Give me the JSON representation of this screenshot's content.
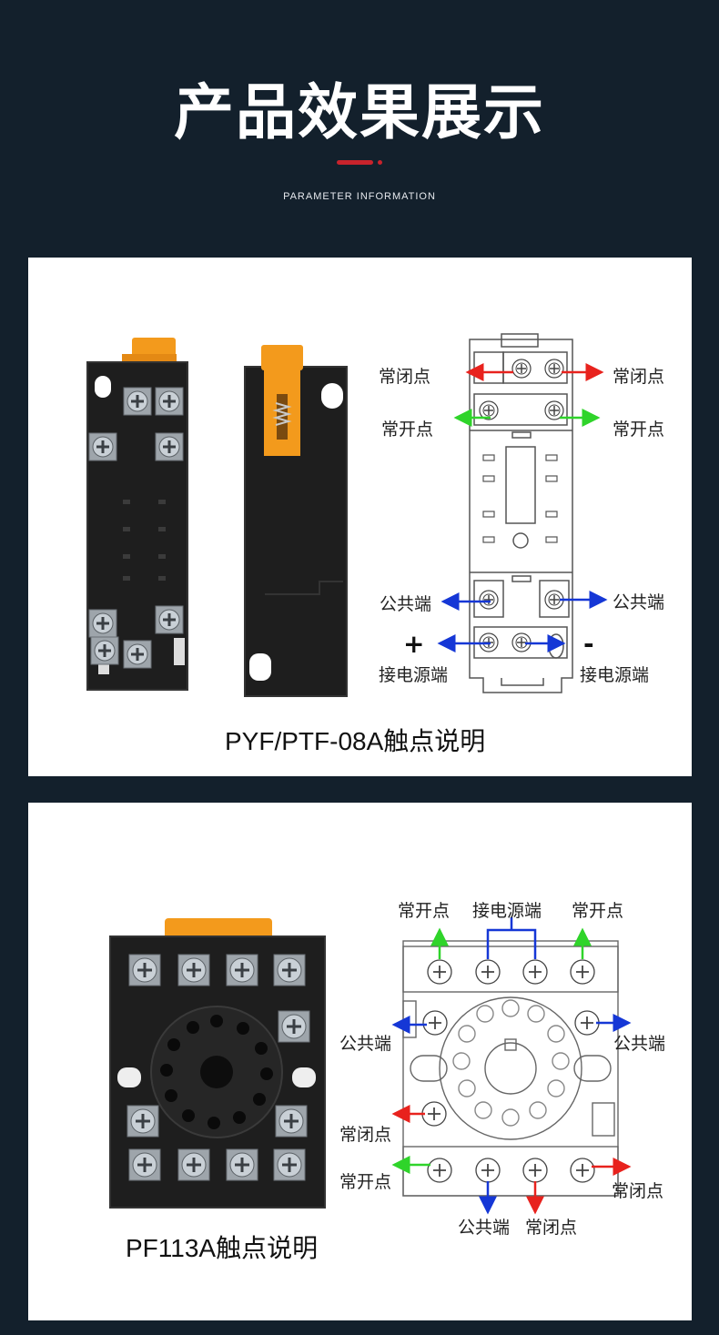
{
  "header": {
    "title": "产品效果展示",
    "subtitle": "PARAMETER INFORMATION"
  },
  "panel1": {
    "caption": "PYF/PTF-08A触点说明",
    "labels": {
      "nc_left": "常闭点",
      "nc_right": "常闭点",
      "no_left": "常开点",
      "no_right": "常开点",
      "com_left": "公共端",
      "com_right": "公共端",
      "plus": "+",
      "minus": "-",
      "pwr_left": "接电源端",
      "pwr_right": "接电源端"
    }
  },
  "panel2": {
    "caption": "PF113A触点说明",
    "labels": {
      "top_no_left": "常开点",
      "top_power": "接电源端",
      "top_no_right": "常开点",
      "com_left": "公共端",
      "com_right": "公共端",
      "nc_left": "常闭点",
      "no_left_bottom": "常开点",
      "nc_right_bottom": "常闭点",
      "bottom_com": "公共端",
      "bottom_nc": "常闭点"
    }
  },
  "colors": {
    "background": "#13202c",
    "accent_red": "#c8232c",
    "arrow_red": "#e8221d",
    "arrow_green": "#2fd42a",
    "arrow_blue": "#1537d6",
    "product_body": "#1e1e1e",
    "product_latch": "#f39a1c"
  }
}
